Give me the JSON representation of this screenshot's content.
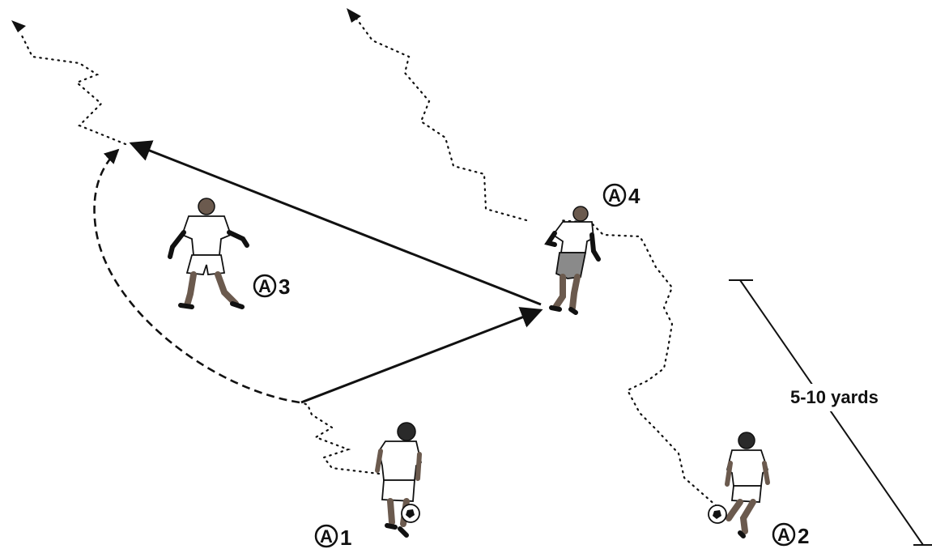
{
  "players": [
    {
      "id": "a1",
      "letter": "A",
      "number": "1",
      "has_ball": true
    },
    {
      "id": "a2",
      "letter": "A",
      "number": "2",
      "has_ball": true
    },
    {
      "id": "a3",
      "letter": "A",
      "number": "3",
      "has_ball": false
    },
    {
      "id": "a4",
      "letter": "A",
      "number": "4",
      "has_ball": false
    }
  ],
  "distance_label": "5-10 yards",
  "legend_semantics": {
    "solid_arrow": "pass",
    "dashed_arrow": "player run",
    "dotted_arrow": "dribble"
  },
  "colors": {
    "ink": "#111111",
    "shirt": "#ffffff",
    "shorts_grey": "#8a8a8a",
    "skin": "#6b5a4e",
    "hair": "#2a2a2a"
  }
}
